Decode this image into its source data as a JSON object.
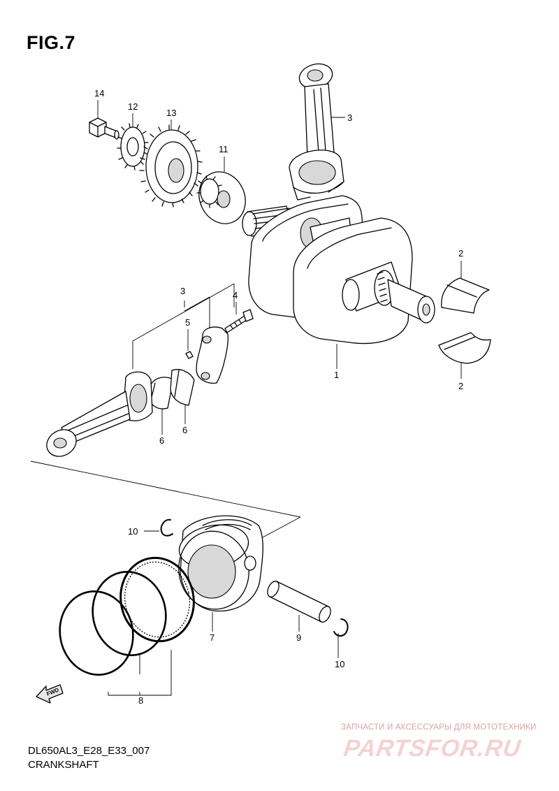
{
  "figure": {
    "title": "FIG.7"
  },
  "footer": {
    "model_code": "DL650AL3_E28_E33_007",
    "caption": "CRANKSHAFT"
  },
  "watermark": {
    "tagline": "ЗАПЧАСТИ И АКСЕССУАРЫ ДЛЯ МОТОТЕХНИКИ",
    "site": "PARTSFOR.RU"
  },
  "fwd_arrow": {
    "label": "FWD"
  },
  "callouts": {
    "c1": "1",
    "c2a": "2",
    "c2b": "2",
    "c3a": "3",
    "c3b": "3",
    "c4": "4",
    "c5": "5",
    "c6a": "6",
    "c6b": "6",
    "c7": "7",
    "c8": "8",
    "c9": "9",
    "c10a": "10",
    "c10b": "10",
    "c11": "11",
    "c12": "12",
    "c13": "13",
    "c14": "14"
  },
  "colors": {
    "line": "#000000",
    "watermark": "#e8b4b4"
  }
}
